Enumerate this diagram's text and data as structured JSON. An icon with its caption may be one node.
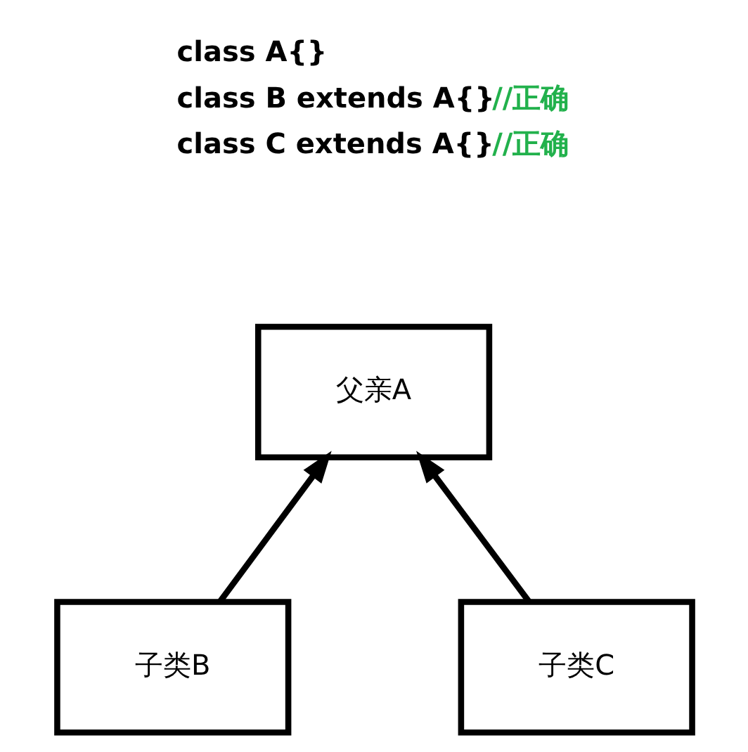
{
  "diagram": {
    "nodes": [
      {
        "text": [
          "父亲A"
        ]
      },
      {
        "text": [
          "子类B"
        ]
      },
      {
        "text": [
          "子类C"
        ]
      }
    ],
    "edges": [
      {
        "from": 1,
        "to": 0,
        "arrow": "to"
      },
      {
        "from": 2,
        "to": 0,
        "arrow": "to"
      }
    ],
    "labels": [
      "class A{}",
      "class B extends A{}",
      "//正确",
      "class C extends A{}",
      "//正确"
    ]
  }
}
